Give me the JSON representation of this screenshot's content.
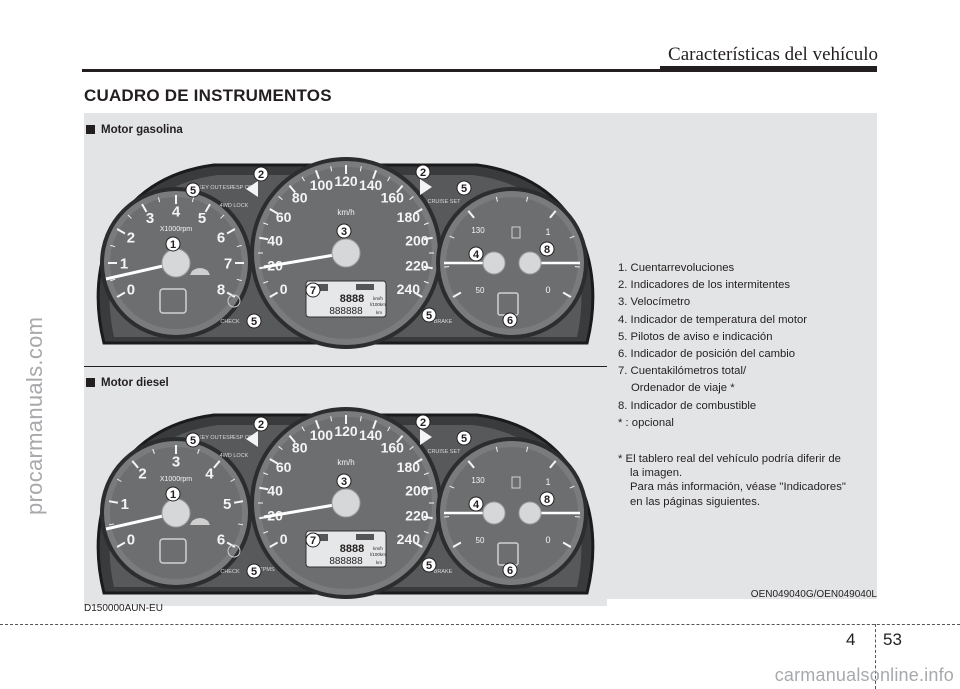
{
  "header": {
    "title": "Características del vehículo"
  },
  "section": {
    "title": "CUADRO DE INSTRUMENTOS"
  },
  "figure": {
    "variant_gasoline_label": "Motor gasolina",
    "variant_diesel_label": "Motor diesel",
    "code_left": "D150000AUN-EU",
    "code_right": "OEN049040G/OEN049040L"
  },
  "legend": {
    "items": [
      "1. Cuentarrevoluciones",
      "2. Indicadores de los intermitentes",
      "3. Velocímetro",
      "4. Indicador de temperatura del motor",
      "5. Pilotos de aviso e indicación",
      "6. Indicador de posición del cambio",
      "7. Cuentakilómetros total/",
      "Ordenador de viaje *",
      "8. Indicador de combustible",
      "* : opcional"
    ],
    "note_lines": [
      "* El tablero real del vehículo podría diferir de",
      "la imagen.",
      "Para más información, véase \"Indicadores\"",
      "en las páginas siguientes."
    ]
  },
  "cluster": {
    "tach_label": "X1000rpm",
    "tach_ticks_gasoline": [
      "0",
      "1",
      "2",
      "3",
      "4",
      "5",
      "6",
      "7",
      "8"
    ],
    "tach_ticks_diesel": [
      "0",
      "1",
      "2",
      "3",
      "4",
      "5",
      "6"
    ],
    "speed_unit": "km/h",
    "speed_ticks": [
      "0",
      "20",
      "40",
      "60",
      "80",
      "100",
      "120",
      "140",
      "160",
      "180",
      "200",
      "220",
      "240"
    ],
    "temp_label": "130",
    "temp_low": "50",
    "fuel_full": "1",
    "fuel_empty": "0",
    "callouts": [
      "1",
      "2",
      "3",
      "4",
      "5",
      "6",
      "7",
      "8"
    ],
    "warn_key_out": "KEY OUT",
    "warn_esp": "ESP",
    "warn_esp_off": "ESP OFF",
    "warn_4wd_lock": "4WD LOCK",
    "warn_cruise_set": "CRUISE SET",
    "warn_check": "CHECK",
    "warn_brake": "BRAKE",
    "warn_tpms": "TPMS",
    "odo_digits": "888888",
    "trip_digits": "8888",
    "odo_unit": "km",
    "trip_unit": "km/h",
    "fuel_unit": "l/100km"
  },
  "watermarks": {
    "side": "procarmanuals.com",
    "bottom": "carmanualsonline.info"
  },
  "footer": {
    "chapter": "4",
    "page": "53"
  }
}
